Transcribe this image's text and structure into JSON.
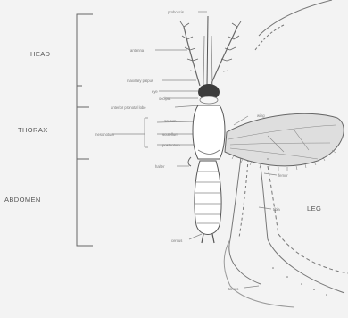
{
  "regions": {
    "head": "HEAD",
    "thorax": "THORAX",
    "abdomen": "ABDOMEN",
    "leg": "LEG"
  },
  "parts": {
    "proboscis": "proboscis",
    "antenna": "antenna",
    "maxillary_palpus": "maxillary palpus",
    "eye": "eye",
    "occiput": "occiput",
    "anterior_pronotal_lobe": "anterior pronotal lobe",
    "scutum": "scutum",
    "mesonotum": "mesonotum",
    "scutellum": "scutellum",
    "postnotum": "postnotum",
    "wing": "wing",
    "halter": "halter",
    "femur": "femur",
    "tibia": "tibia",
    "cercus": "cercus",
    "tarsus": "tarsus"
  },
  "colors": {
    "ink": "#555555",
    "wing_fill": "#e0e0e0",
    "background": "#f3f3f3"
  }
}
